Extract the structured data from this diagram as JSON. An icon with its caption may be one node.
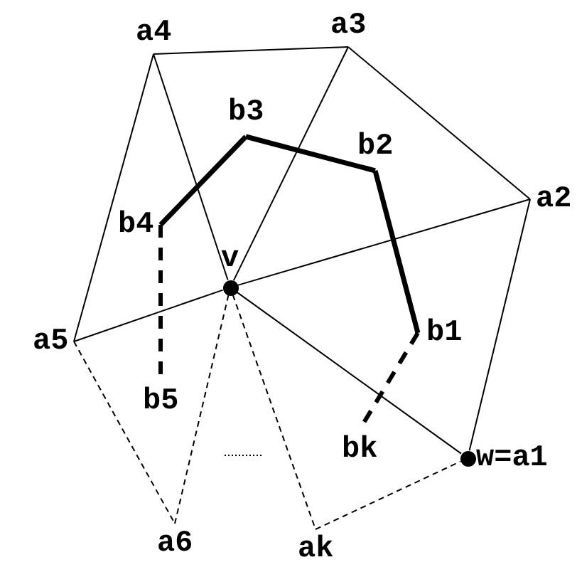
{
  "diagram": {
    "nodes": [
      {
        "text": [
          "a4"
        ]
      },
      {
        "text": [
          "a3"
        ]
      },
      {
        "text": [
          "b3"
        ]
      },
      {
        "text": [
          "b2"
        ]
      },
      {
        "text": [
          "a2"
        ]
      },
      {
        "text": [
          "b4"
        ]
      },
      {
        "text": [
          "v"
        ]
      },
      {
        "text": [
          "a5"
        ]
      },
      {
        "text": [
          "b1"
        ]
      },
      {
        "text": [
          "b5"
        ]
      },
      {
        "text": [
          "bk"
        ]
      },
      {
        "text": [
          "w=a1"
        ]
      },
      {
        "text": [
          "a6"
        ]
      },
      {
        "text": [
          "ak"
        ]
      }
    ],
    "edges": [
      {
        "from": 0,
        "to": 1,
        "arrow": "none"
      },
      {
        "from": 1,
        "to": 4,
        "arrow": "none"
      },
      {
        "from": 4,
        "to": 11,
        "arrow": "none"
      },
      {
        "from": 0,
        "to": 7,
        "arrow": "none"
      },
      {
        "from": 0,
        "to": 6,
        "arrow": "none"
      },
      {
        "from": 1,
        "to": 6,
        "arrow": "none"
      },
      {
        "from": 7,
        "to": 6,
        "arrow": "none"
      },
      {
        "from": 6,
        "to": 4,
        "arrow": "none"
      },
      {
        "from": 6,
        "to": 11,
        "arrow": "none"
      },
      {
        "from": 7,
        "to": 12,
        "arrow": "none",
        "style": "dashed"
      },
      {
        "from": 12,
        "to": 6,
        "arrow": "none",
        "style": "dashed"
      },
      {
        "from": 6,
        "to": 13,
        "arrow": "none",
        "style": "dashed"
      },
      {
        "from": 13,
        "to": 11,
        "arrow": "none",
        "style": "dashed"
      },
      {
        "from": 5,
        "to": 2,
        "arrow": "none",
        "style": "thick"
      },
      {
        "from": 2,
        "to": 3,
        "arrow": "none",
        "style": "thick"
      },
      {
        "from": 3,
        "to": 8,
        "arrow": "none",
        "style": "thick"
      },
      {
        "from": 8,
        "to": 10,
        "arrow": "none",
        "style": "dashed"
      },
      {
        "from": 5,
        "to": 9,
        "arrow": "none",
        "style": "dashed"
      }
    ]
  }
}
